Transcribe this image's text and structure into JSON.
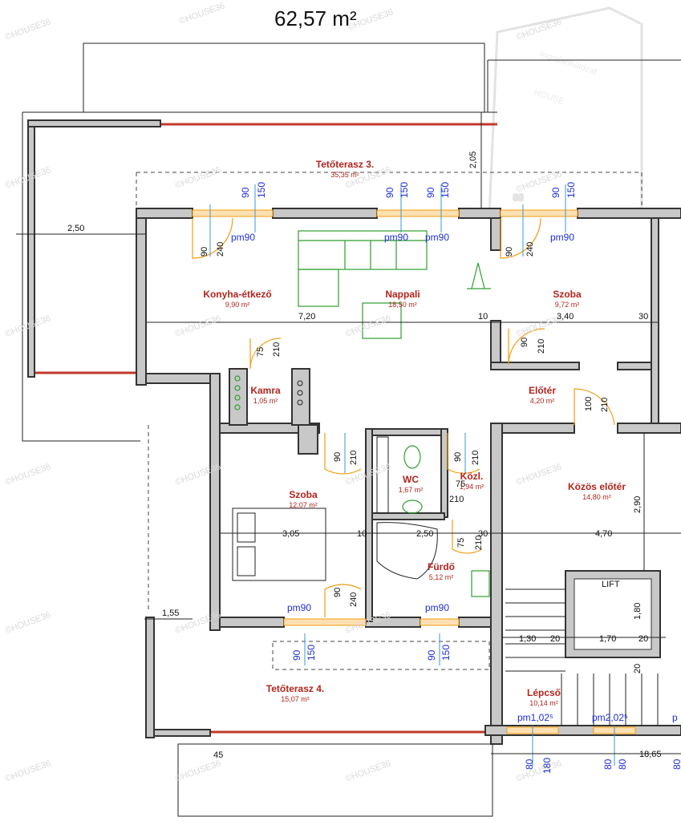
{
  "header": {
    "total_area": "62,57 m²"
  },
  "watermark": {
    "text": "©HOUSE36",
    "logo_top": "Ingatlanhálózat",
    "logo_main": "HOUSE",
    "logo_number": "36"
  },
  "rooms": [
    {
      "name": "Tetőterasz 3.",
      "area": "35,35 m²"
    },
    {
      "name": "Konyha-étkező",
      "area": "9,90 m²"
    },
    {
      "name": "Nappali",
      "area": "18,50 m²"
    },
    {
      "name": "Szoba",
      "area": "9,72 m²"
    },
    {
      "name": "Kamra",
      "area": "1,05 m²"
    },
    {
      "name": "Előtér",
      "area": "4,20 m²"
    },
    {
      "name": "Szoba",
      "area": "12,07 m²"
    },
    {
      "name": "WC",
      "area": "1,67 m²"
    },
    {
      "name": "Közl.",
      "area": "1,94 m²"
    },
    {
      "name": "Közös előtér",
      "area": "14,80 m²"
    },
    {
      "name": "Fürdő",
      "area": "5,12 m²"
    },
    {
      "name": "Tetőterasz 4.",
      "area": "15,07 m²"
    },
    {
      "name": "Lépcső",
      "area": "10,14 m²"
    }
  ],
  "lift_label": "LIFT",
  "dimensions": [
    "2,50",
    "2,05",
    "7,20",
    "10",
    "3,40",
    "30",
    "3,05",
    "10",
    "2,50",
    "30",
    "4,70",
    "2,90",
    "1,55",
    "1,30",
    "20",
    "1,70",
    "20",
    "1,80",
    "20",
    "45",
    "18,65",
    "210"
  ],
  "openings": [
    "90",
    "150",
    "90",
    "150",
    "90",
    "150",
    "90",
    "150",
    "pm90",
    "pm90",
    "pm90",
    "pm90",
    "90",
    "240",
    "90",
    "240",
    "75",
    "210",
    "90",
    "210",
    "100",
    "210",
    "90",
    "210",
    "90",
    "210",
    "75",
    "210",
    "75",
    "pm90",
    "pm90",
    "90",
    "240",
    "90",
    "150",
    "90",
    "150",
    "pm1,02⁵",
    "pm2,02⁵",
    "p",
    "80",
    "180",
    "80",
    "80",
    "80"
  ]
}
